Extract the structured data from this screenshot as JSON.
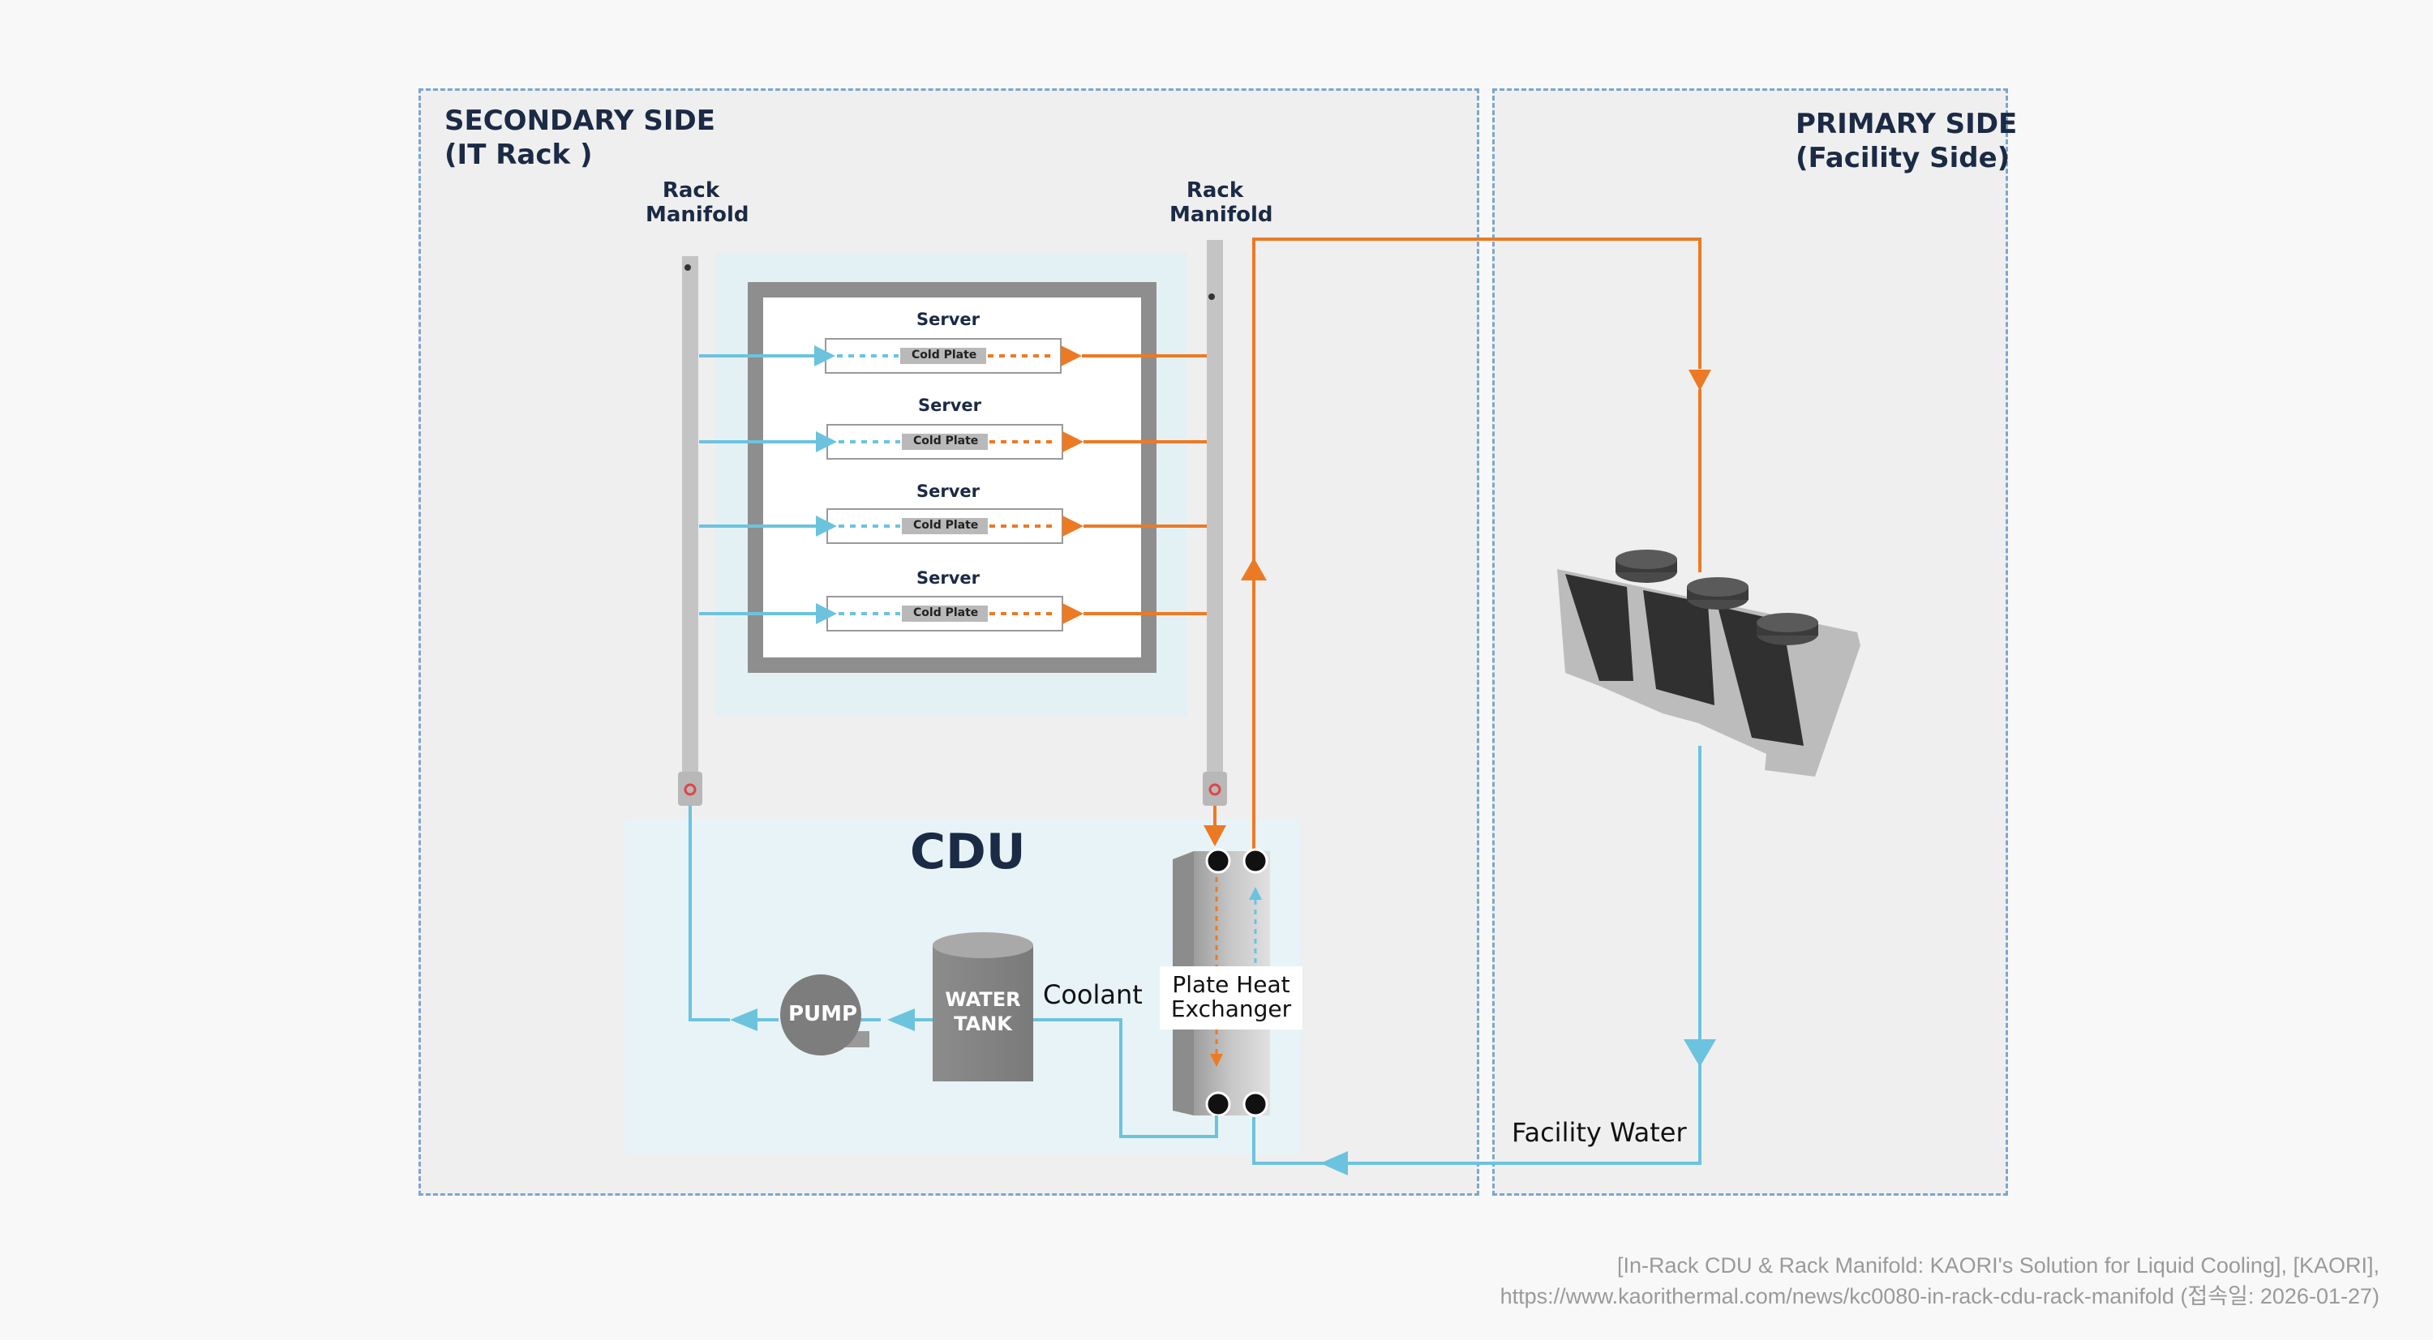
{
  "diagram": {
    "secondary_side": {
      "title_line1": "SECONDARY SIDE",
      "title_line2": "(IT Rack )"
    },
    "primary_side": {
      "title_line1": "PRIMARY SIDE",
      "title_line2": "(Facility Side)"
    },
    "rack_manifold_left": {
      "line1": "Rack",
      "line2": "Manifold"
    },
    "rack_manifold_right": {
      "line1": "Rack",
      "line2": "Manifold"
    },
    "servers": [
      {
        "label": "Server",
        "plate": "Cold Plate"
      },
      {
        "label": "Server",
        "plate": "Cold Plate"
      },
      {
        "label": "Server",
        "plate": "Cold Plate"
      },
      {
        "label": "Server",
        "plate": "Cold Plate"
      }
    ],
    "cdu": {
      "title": "CDU"
    },
    "pump": {
      "label": "PUMP"
    },
    "water_tank": {
      "line1": "WATER",
      "line2": "TANK"
    },
    "coolant_label": "Coolant",
    "plate_heat_exchanger": {
      "line1": "Plate Heat",
      "line2": "Exchanger"
    },
    "facility_water_label": "Facility Water"
  },
  "citation": {
    "line1": "[In-Rack CDU & Rack Manifold: KAORI's Solution for Liquid Cooling], [KAORI],",
    "line2": "https://www.kaorithermal.com/news/kc0080-in-rack-cdu-rack-manifold (접속일: 2026-01-27)"
  },
  "colors": {
    "hot_loop": "#ec7a25",
    "cold_loop": "#6cc3de",
    "panel_border": "#7ea6cf",
    "title_text": "#1b2a45",
    "cdu_background": "#e7f3f6"
  }
}
